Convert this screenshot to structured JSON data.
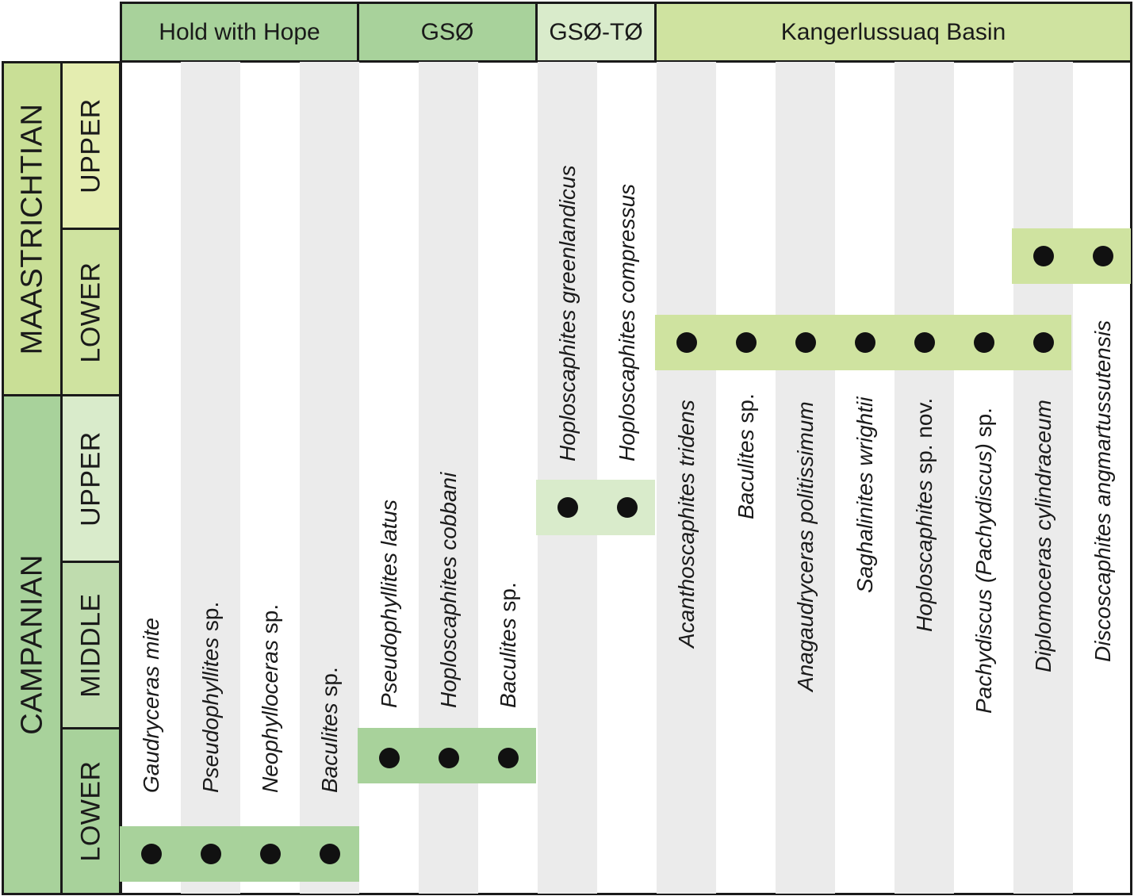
{
  "colors": {
    "hold_with_hope": "#a8d29b",
    "gso": "#a8d29b",
    "gso_to": "#d9ebcb",
    "kangerlussuaq": "#cfe3a0",
    "maastrichtian": "#c9df96",
    "campanian": "#a8d29b",
    "upper_maastrichtian": "#e4edb0",
    "lower_maastrichtian": "#cfe3a0",
    "upper_campanian": "#d9ebcb",
    "middle_campanian": "#bfdcae",
    "lower_campanian": "#a8d29b",
    "stripe": "#ebebeb",
    "dot": "#111111"
  },
  "regions": [
    {
      "id": "hold_with_hope",
      "label": "Hold with Hope"
    },
    {
      "id": "gso",
      "label": "GSØ"
    },
    {
      "id": "gso_to",
      "label": "GSØ-TØ"
    },
    {
      "id": "kangerlussuaq",
      "label": "Kangerlussuaq Basin"
    }
  ],
  "stages": [
    {
      "id": "maastrichtian",
      "label": "MAASTRICHTIAN"
    },
    {
      "id": "campanian",
      "label": "CAMPANIAN"
    }
  ],
  "substages": [
    {
      "id": "upper_maastrichtian",
      "label": "UPPER"
    },
    {
      "id": "lower_maastrichtian",
      "label": "LOWER"
    },
    {
      "id": "upper_campanian",
      "label": "UPPER"
    },
    {
      "id": "middle_campanian",
      "label": "MIDDLE"
    },
    {
      "id": "lower_campanian",
      "label": "LOWER"
    }
  ],
  "taxa": [
    {
      "genus": "Gaudryceras mite",
      "suffix": "",
      "region": "hold_with_hope",
      "interval": "lower_campanian"
    },
    {
      "genus": "Pseudophyllites",
      "suffix": " sp.",
      "region": "hold_with_hope",
      "interval": "lower_campanian"
    },
    {
      "genus": "Neophylloceras",
      "suffix": " sp.",
      "region": "hold_with_hope",
      "interval": "lower_campanian"
    },
    {
      "genus": "Baculites",
      "suffix": " sp.",
      "region": "hold_with_hope",
      "interval": "lower_campanian"
    },
    {
      "genus": "Pseudophyllites latus",
      "suffix": "",
      "region": "gso",
      "interval": "lower_campanian"
    },
    {
      "genus": "Hoploscaphites cobbani",
      "suffix": "",
      "region": "gso",
      "interval": "lower_campanian"
    },
    {
      "genus": "Baculites",
      "suffix": " sp.",
      "region": "gso",
      "interval": "lower_campanian"
    },
    {
      "genus": "Hoploscaphites greenlandicus",
      "suffix": "",
      "region": "gso_to",
      "interval": "upper_campanian"
    },
    {
      "genus": "Hoploscaphites compressus",
      "suffix": "",
      "region": "gso_to",
      "interval": "upper_campanian"
    },
    {
      "genus": "Acanthoscaphites tridens",
      "suffix": "",
      "region": "kangerlussuaq",
      "interval": "lower_maastrichtian"
    },
    {
      "genus": "Baculites",
      "suffix": " sp.",
      "region": "kangerlussuaq",
      "interval": "lower_maastrichtian"
    },
    {
      "genus": "Anagaudryceras politissimum",
      "suffix": "",
      "region": "kangerlussuaq",
      "interval": "lower_maastrichtian"
    },
    {
      "genus": "Saghalinites wrightii",
      "suffix": "",
      "region": "kangerlussuaq",
      "interval": "lower_maastrichtian"
    },
    {
      "genus": "Hoploscaphites",
      "suffix": " sp. nov.",
      "region": "kangerlussuaq",
      "interval": "lower_maastrichtian"
    },
    {
      "genus": "Pachydiscus (Pachydiscus)",
      "suffix": "  sp.",
      "region": "kangerlussuaq",
      "interval": "lower_maastrichtian"
    },
    {
      "genus": "Diplomoceras cylindraceum",
      "suffix": "",
      "region": "kangerlussuaq",
      "interval": "lower_maastrichtian"
    },
    {
      "genus": "Discoscaphites angmartussutensis",
      "suffix": "",
      "region": "kangerlussuaq",
      "interval": "lower_maastrichtian"
    }
  ]
}
